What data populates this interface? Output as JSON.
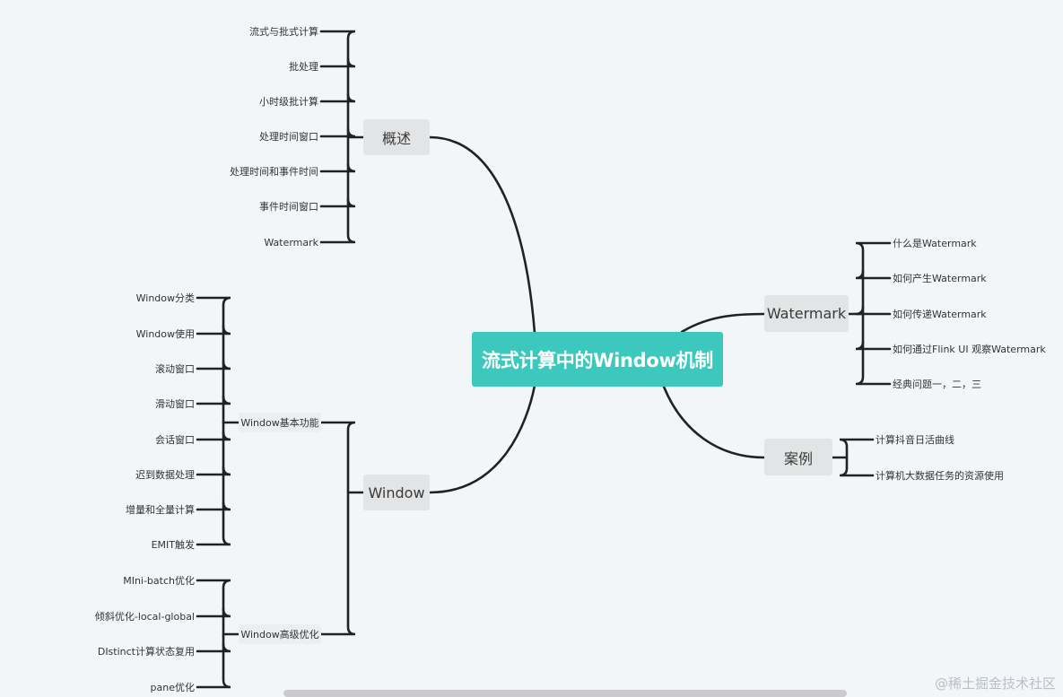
{
  "root": "流式计算中的Window机制",
  "overview": {
    "title": "概述",
    "items": [
      "流式与批式计算",
      "批处理",
      "小时级批计算",
      "处理时间窗口",
      "处理时间和事件时间",
      "事件时间窗口",
      "Watermark"
    ]
  },
  "window": {
    "title": "Window",
    "basic": {
      "title": "Window基本功能",
      "items": [
        "Window分类",
        "Window使用",
        "滚动窗口",
        "滑动窗口",
        "会话窗口",
        "迟到数据处理",
        "增量和全量计算",
        "EMIT触发"
      ]
    },
    "advanced": {
      "title": "Window高级优化",
      "items": [
        "MIni-batch优化",
        "倾斜优化-local-global",
        "DIstinct计算状态复用",
        "pane优化"
      ]
    }
  },
  "watermark": {
    "title": "Watermark",
    "items": [
      "什么是Watermark",
      "如何产生Watermark",
      "如何传递Watermark",
      "如何通过Flink UI 观察Watermark",
      "经典问题一，二，三"
    ]
  },
  "cases": {
    "title": "案例",
    "items": [
      "计算抖音日活曲线",
      "计算机大数据任务的资源使用"
    ]
  },
  "site_watermark": "@稀土掘金技术社区",
  "colors": {
    "root_bg": "#3cc8bd",
    "line": "#1f2326",
    "main_bg": "#e3e4e5",
    "page_bg": "#f3f6f8"
  }
}
